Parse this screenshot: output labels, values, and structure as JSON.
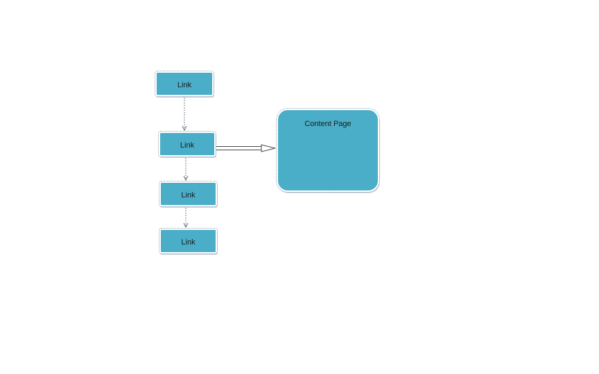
{
  "diagram": {
    "nodes": [
      {
        "id": "link-1",
        "label": "Link"
      },
      {
        "id": "link-2",
        "label": "Link"
      },
      {
        "id": "link-3",
        "label": "Link"
      },
      {
        "id": "link-4",
        "label": "Link"
      },
      {
        "id": "content-page",
        "label": "Content Page"
      }
    ],
    "edges": [
      {
        "from": "link-1",
        "to": "link-2",
        "style": "dotted"
      },
      {
        "from": "link-2",
        "to": "link-3",
        "style": "dotted"
      },
      {
        "from": "link-3",
        "to": "link-4",
        "style": "dotted"
      },
      {
        "from": "link-2",
        "to": "content-page",
        "style": "double-arrow"
      }
    ],
    "colors": {
      "node_fill": "#4aaec8",
      "node_border": "#ffffff",
      "edge": "#555555"
    }
  }
}
